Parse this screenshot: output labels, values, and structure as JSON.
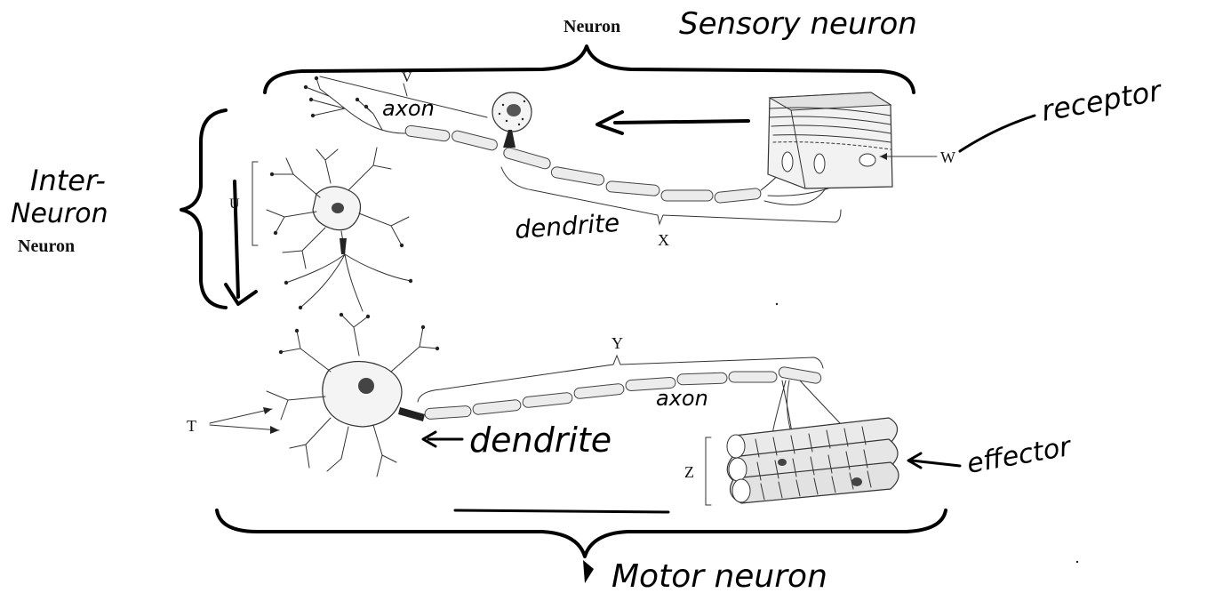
{
  "printed_labels": {
    "neuron_top": "Neuron",
    "neuron_left": "Neuron",
    "u": "U",
    "v": "V",
    "w": "W",
    "x": "X",
    "y": "Y",
    "z": "Z",
    "t": "T"
  },
  "handwritten": {
    "sensory_neuron": "Sensory neuron",
    "inter_neuron_1": "Inter-",
    "inter_neuron_2": "Neuron",
    "receptor": "receptor",
    "axon_top": "axon",
    "dendrite_top": "dendrite",
    "axon_bottom": "axon",
    "dendrite_bottom": "dendrite",
    "effector": "effector",
    "motor_neuron": "Motor neuron"
  }
}
